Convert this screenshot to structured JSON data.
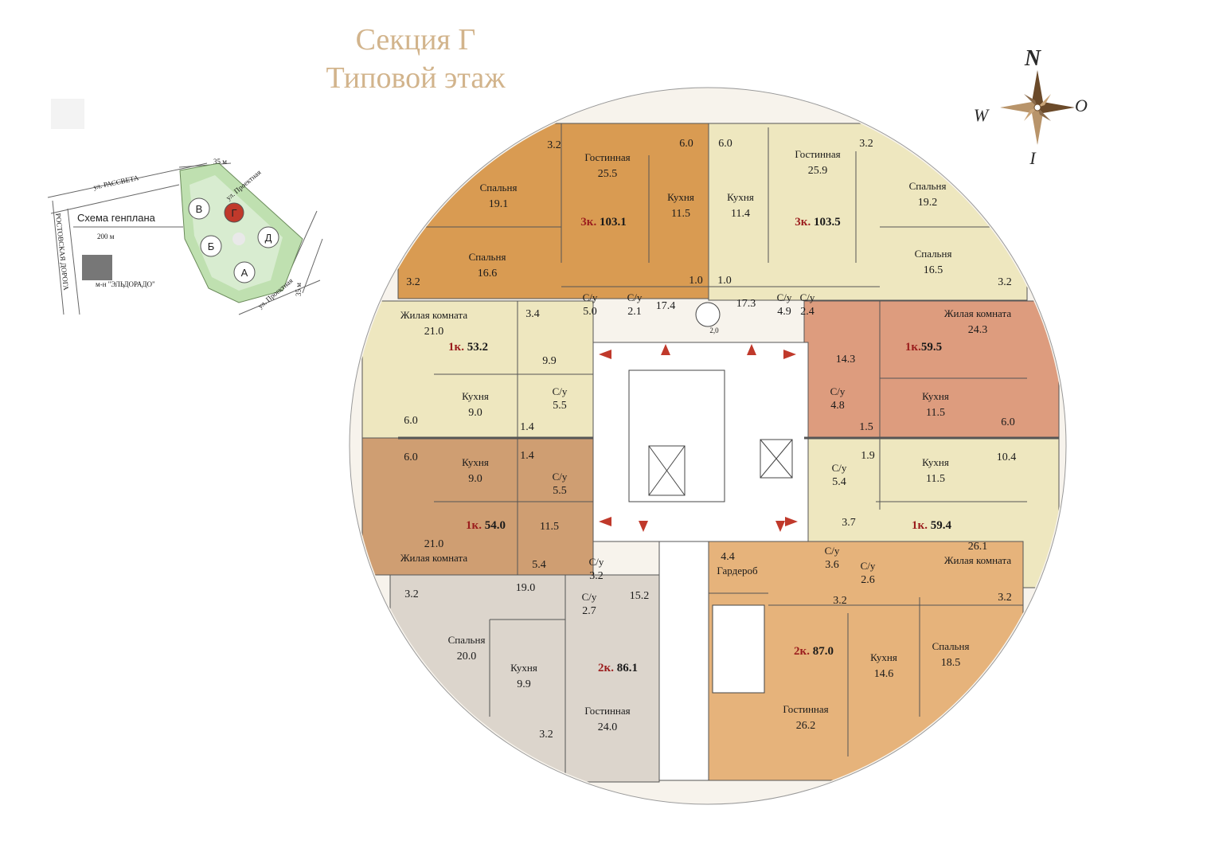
{
  "title": {
    "line1": "Секция Г",
    "line2": "Типовой этаж"
  },
  "compass": {
    "n": "N",
    "w": "W",
    "o": "O",
    "s": "I"
  },
  "site_plan": {
    "label": "Схема генплана",
    "streets": [
      "ул. РАССВЕТА",
      "ул. Проектная",
      "ул. Проектная",
      "РОСТОВСКАЯ ДОРОГА"
    ],
    "dims": [
      "35 м",
      "200 м",
      "35 м"
    ],
    "nearby": "м-н \"ЭЛЬДОРАДО\"",
    "sections": [
      "В",
      "Г",
      "Б",
      "Д",
      "А"
    ]
  },
  "apartments": [
    {
      "id": "a1",
      "k": "3к.",
      "area": "103.1",
      "color": "#d99b52"
    },
    {
      "id": "a2",
      "k": "3к.",
      "area": "103.5",
      "color": "#eee7bf"
    },
    {
      "id": "a3",
      "k": "1к.",
      "area": "53.2",
      "color": "#eee7bf"
    },
    {
      "id": "a4",
      "k": "1к.",
      "area": "59.5",
      "color": "#dd9c7e"
    },
    {
      "id": "a5",
      "k": "1к.",
      "area": "54.0",
      "color": "#cf9e72"
    },
    {
      "id": "a6",
      "k": "1к.",
      "area": "59.4",
      "color": "#eee7bf"
    },
    {
      "id": "a7",
      "k": "2к.",
      "area": "86.1",
      "color": "#dcd5cc"
    },
    {
      "id": "a8",
      "k": "2к.",
      "area": "87.0",
      "color": "#e6b37b"
    }
  ],
  "rooms": [
    {
      "name": "Гостинная",
      "area": "25.5"
    },
    {
      "name": "Спальня",
      "area": "19.1"
    },
    {
      "name": "Кухня",
      "area": "11.5"
    },
    {
      "name": "Спальня",
      "area": "16.6"
    },
    {
      "name": "Кухня",
      "area": "11.4"
    },
    {
      "name": "Гостинная",
      "area": "25.9"
    },
    {
      "name": "Спальня",
      "area": "19.2"
    },
    {
      "name": "Спальня",
      "area": "16.5"
    },
    {
      "name": "Жилая комната",
      "area": "21.0"
    },
    {
      "name": "Жилая комната",
      "area": "24.3"
    },
    {
      "name": "Кухня",
      "area": "9.0"
    },
    {
      "name": "Кухня",
      "area": "11.5"
    },
    {
      "name": "Кухня",
      "area": "9.0"
    },
    {
      "name": "Кухня",
      "area": "11.5"
    },
    {
      "name": "Жилая комната",
      "area": "21.0"
    },
    {
      "name": "Жилая комната",
      "area": "26.1"
    },
    {
      "name": "Спальня",
      "area": "20.0"
    },
    {
      "name": "Кухня",
      "area": "9.9"
    },
    {
      "name": "Гостинная",
      "area": "24.0"
    },
    {
      "name": "Гостинная",
      "area": "26.2"
    },
    {
      "name": "Кухня",
      "area": "14.6"
    },
    {
      "name": "Спальня",
      "area": "18.5"
    },
    {
      "name": "Гардероб",
      "area": "4.4"
    }
  ],
  "bathrooms": [
    {
      "name": "С/у",
      "area": "5.0"
    },
    {
      "name": "С/у",
      "area": "2.1"
    },
    {
      "name": "С/у",
      "area": "4.9"
    },
    {
      "name": "С/у",
      "area": "2.4"
    },
    {
      "name": "С/у",
      "area": "5.5"
    },
    {
      "name": "С/у",
      "area": "4.8"
    },
    {
      "name": "С/у",
      "area": "5.5"
    },
    {
      "name": "С/у",
      "area": "5.4"
    },
    {
      "name": "С/у",
      "area": "3.2"
    },
    {
      "name": "С/у",
      "area": "2.7"
    },
    {
      "name": "С/у",
      "area": "3.6"
    },
    {
      "name": "С/у",
      "area": "2.6"
    }
  ],
  "other_areas": [
    "3.2",
    "6.0",
    "6.0",
    "3.2",
    "3.2",
    "3.2",
    "1.0",
    "1.0",
    "17.4",
    "17.3",
    "2,0",
    "3.4",
    "9.9",
    "14.3",
    "6.0",
    "1.4",
    "1.5",
    "6.0",
    "6.0",
    "1.4",
    "1.9",
    "10.4",
    "11.5",
    "3.7",
    "5.4",
    "19.0",
    "15.2",
    "3.2",
    "3.2",
    "3.2",
    "3.2"
  ]
}
